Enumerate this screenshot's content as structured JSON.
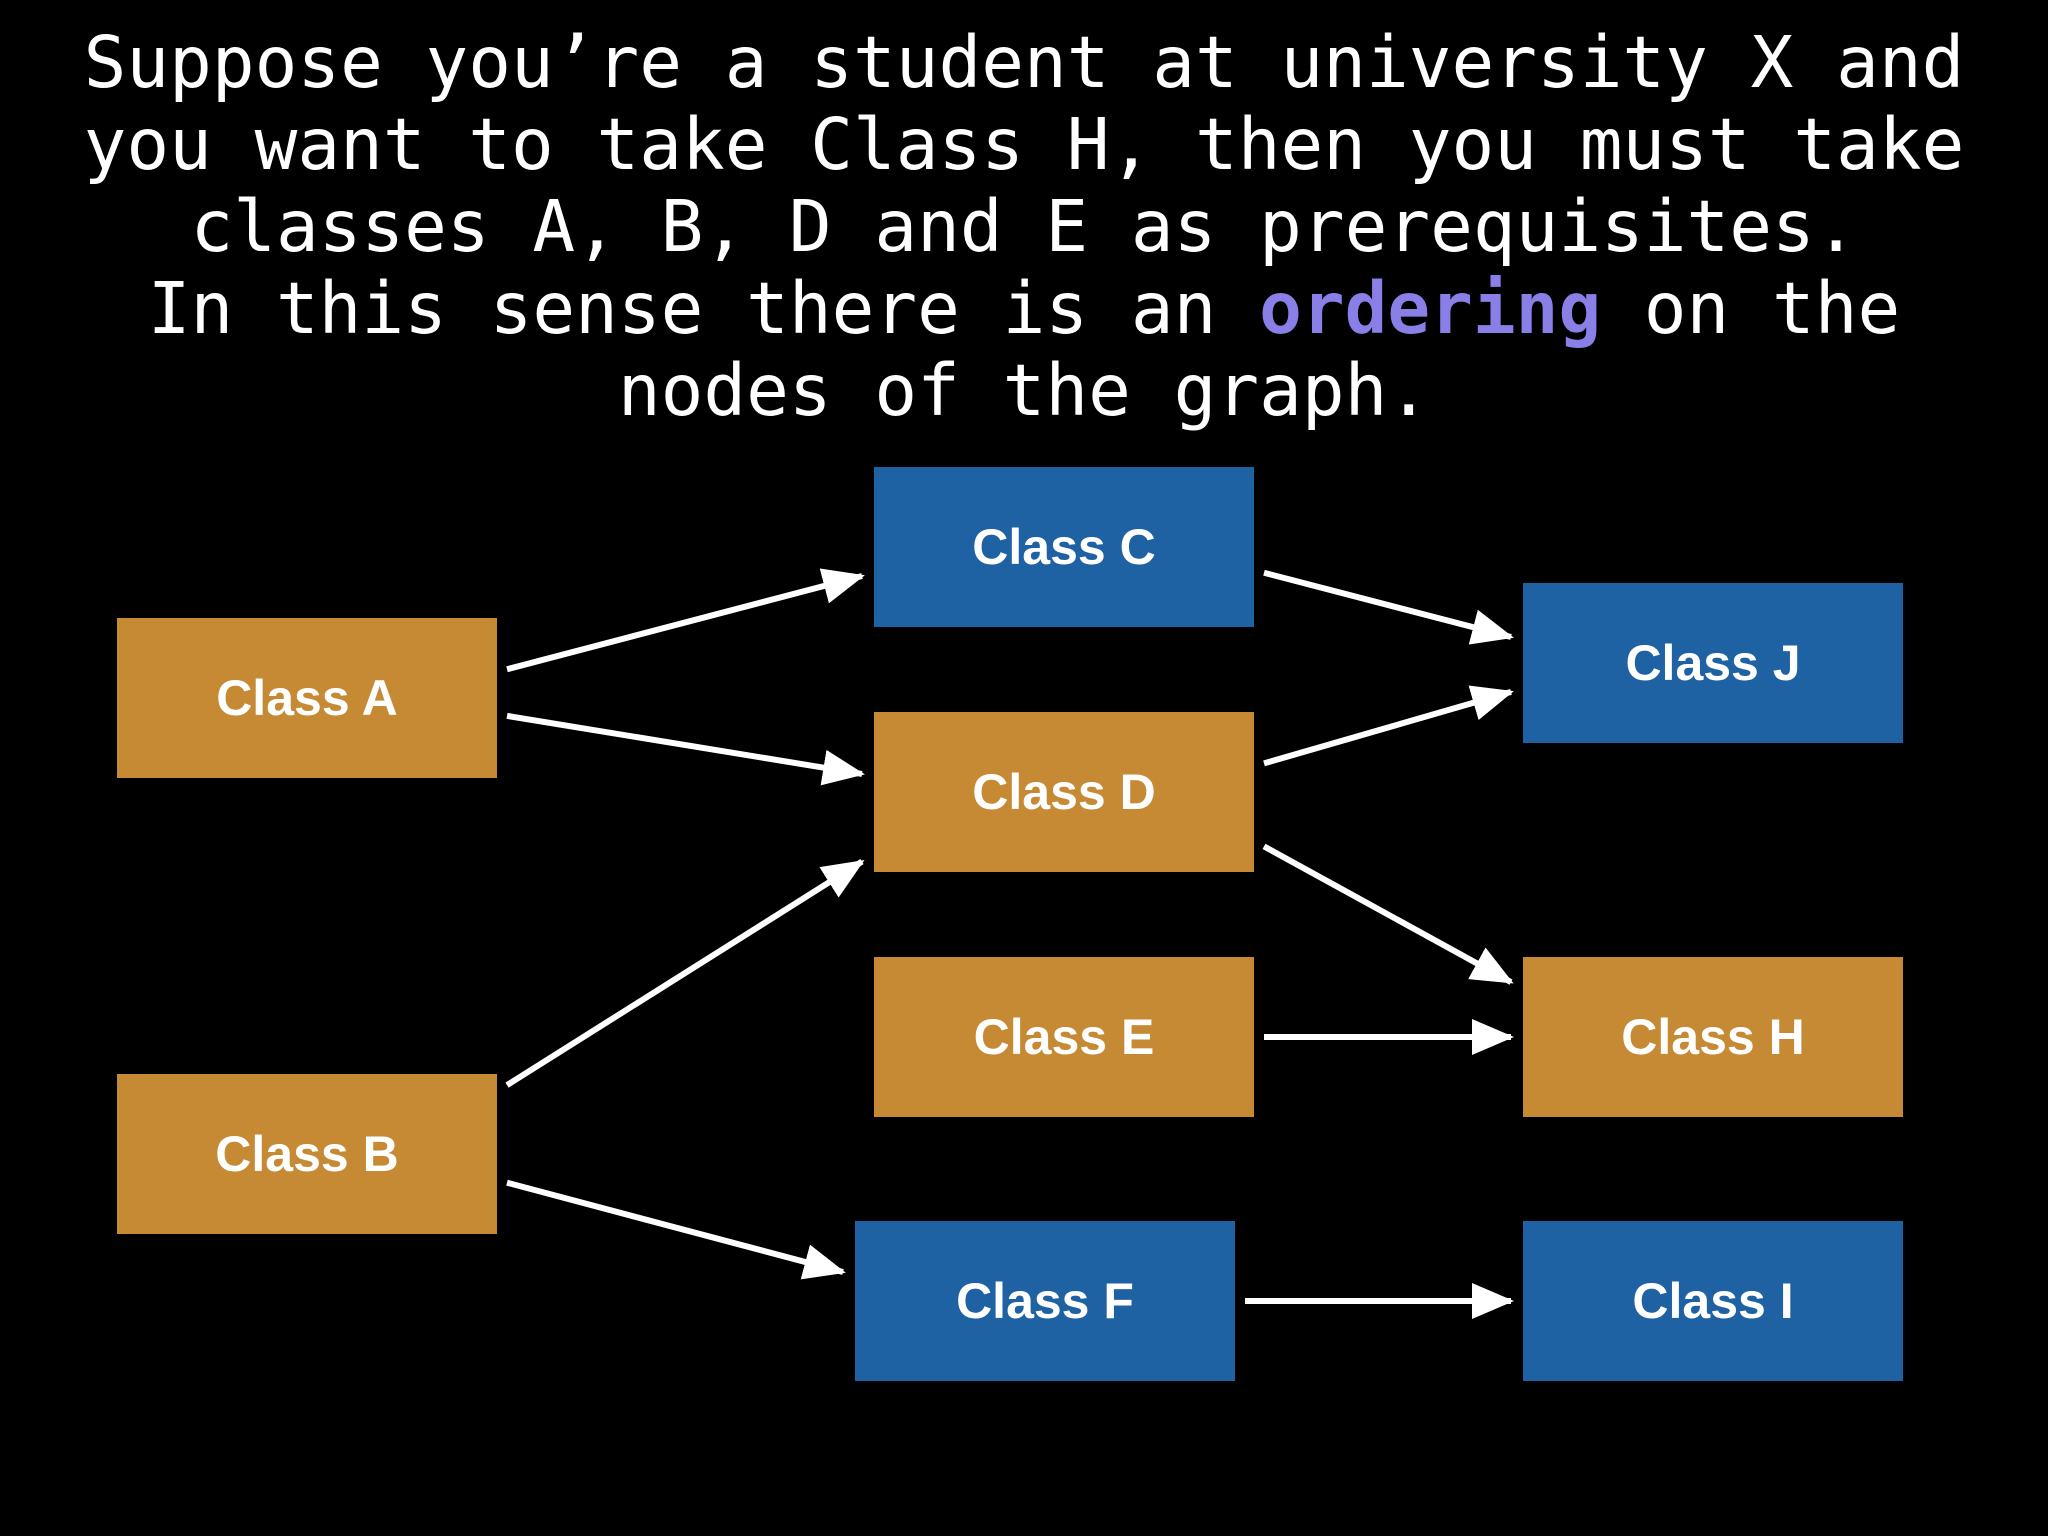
{
  "caption": {
    "line1": "Suppose you’re a student at university X and",
    "line2": "you want to take Class H, then you must take",
    "line3": "classes A, B, D and E as prerequisites.",
    "line4_before": "In this sense there is an ",
    "line4_highlight": "ordering",
    "line4_after": " on the",
    "line5": "nodes of the graph."
  },
  "colors": {
    "background": "#000000",
    "text": "#ffffff",
    "highlight": "#8a7fe6",
    "prerequisite_node": "#c68a35",
    "other_node": "#1e62a3",
    "edge": "#ffffff"
  },
  "nodes": {
    "a": {
      "label": "Class A",
      "kind": "prerequisite"
    },
    "b": {
      "label": "Class B",
      "kind": "prerequisite"
    },
    "c": {
      "label": "Class C",
      "kind": "other"
    },
    "d": {
      "label": "Class D",
      "kind": "prerequisite"
    },
    "e": {
      "label": "Class E",
      "kind": "prerequisite"
    },
    "f": {
      "label": "Class F",
      "kind": "other"
    },
    "h": {
      "label": "Class H",
      "kind": "prerequisite"
    },
    "i": {
      "label": "Class I",
      "kind": "other"
    },
    "j": {
      "label": "Class J",
      "kind": "other"
    }
  },
  "edges": [
    {
      "from": "a",
      "to": "c"
    },
    {
      "from": "a",
      "to": "d"
    },
    {
      "from": "b",
      "to": "d"
    },
    {
      "from": "b",
      "to": "f"
    },
    {
      "from": "c",
      "to": "j"
    },
    {
      "from": "d",
      "to": "j"
    },
    {
      "from": "d",
      "to": "h"
    },
    {
      "from": "e",
      "to": "h"
    },
    {
      "from": "f",
      "to": "i"
    }
  ]
}
